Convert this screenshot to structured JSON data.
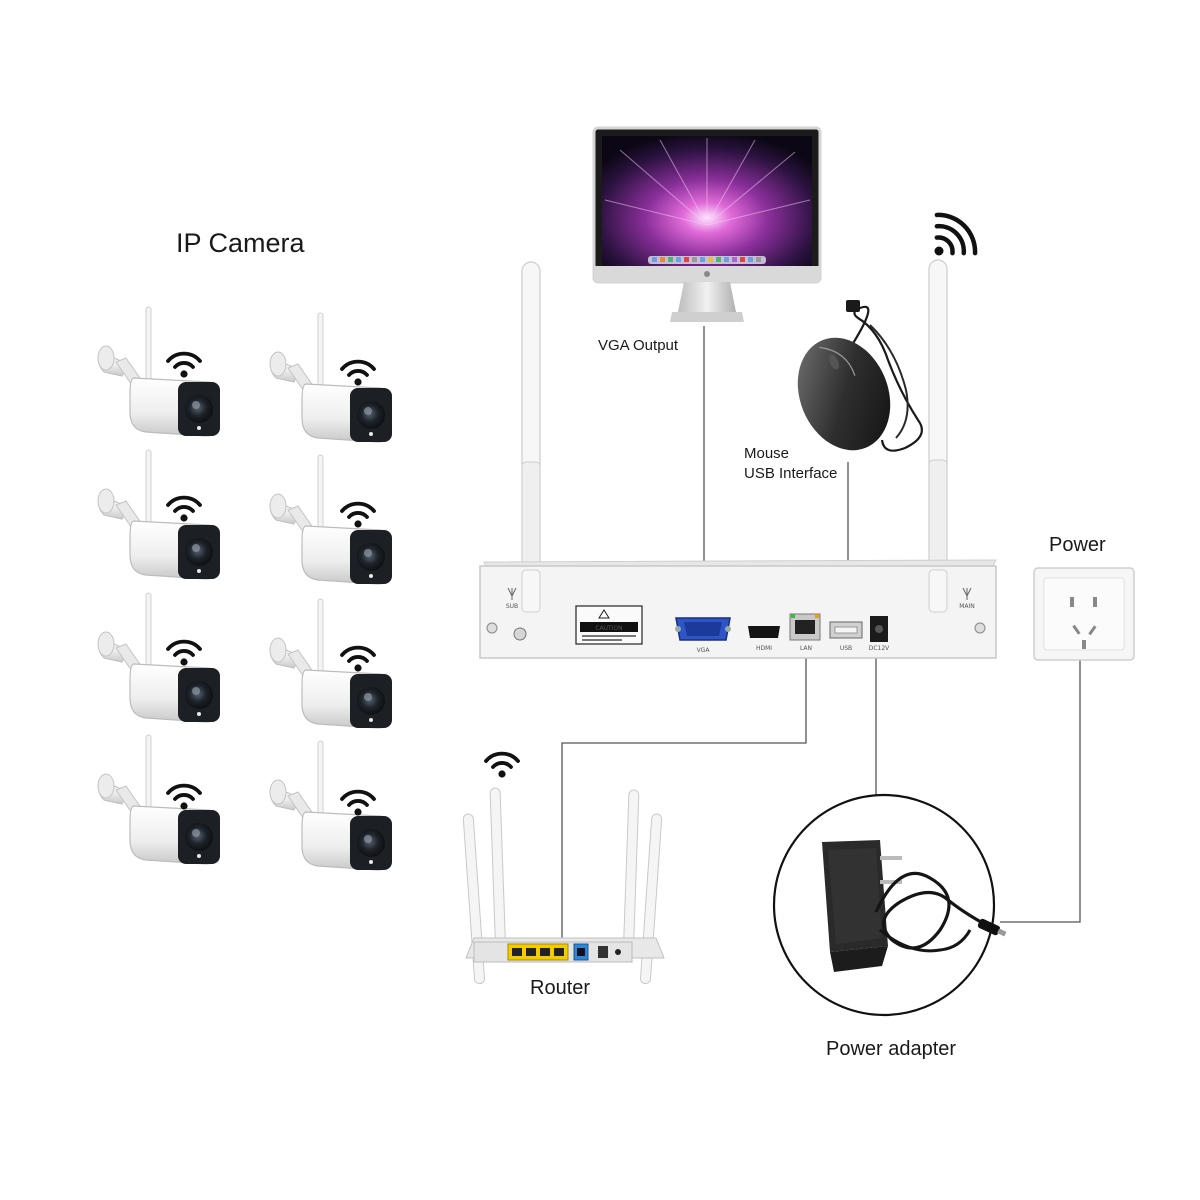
{
  "labels": {
    "ip_camera": "IP Camera",
    "vga_output": "VGA Output",
    "mouse_line1": "Mouse",
    "mouse_line2": "USB Interface",
    "power": "Power",
    "router": "Router",
    "power_adapter": "Power adapter"
  },
  "nvr_ports": {
    "caution": "CAUTION",
    "vga": "VGA",
    "hdmi": "HDMI",
    "lan": "LAN",
    "usb": "USB",
    "dc": "DC12V",
    "sub": "SUB",
    "main": "MAIN"
  },
  "cameras": [
    "camera-1",
    "camera-2",
    "camera-3",
    "camera-4",
    "camera-5",
    "camera-6",
    "camera-7",
    "camera-8"
  ],
  "icons": {
    "wifi": "wifi-signal-icon",
    "camera": "bullet-camera-icon",
    "monitor": "monitor-icon",
    "mouse": "mouse-icon",
    "nvr": "nvr-recorder-icon",
    "router": "router-icon",
    "outlet": "power-outlet-icon",
    "adapter": "power-adapter-icon"
  },
  "colors": {
    "line": "#555555",
    "device_white": "#f2f2f2",
    "vga_blue": "#2d55c8",
    "router_yellow": "#f2cc00",
    "router_blue": "#2f86d6",
    "screen_purple": "#8a2f9a"
  }
}
